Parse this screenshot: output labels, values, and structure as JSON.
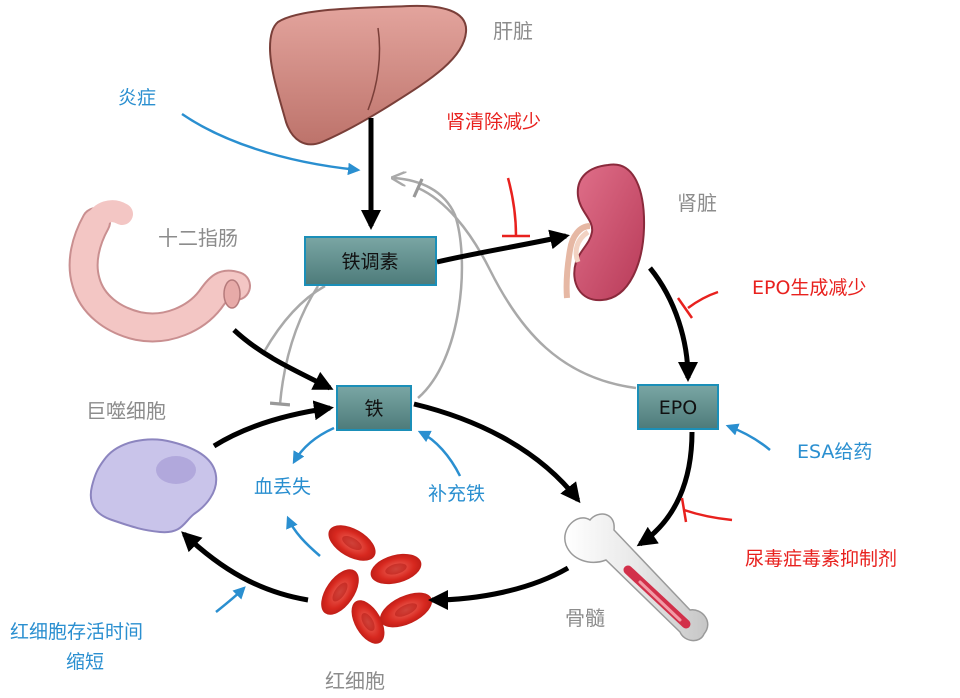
{
  "organs": {
    "liver": "肝脏",
    "kidney": "肾脏",
    "duodenum": "十二指肠",
    "macrophage": "巨噬细胞",
    "bone_marrow": "骨髓",
    "rbc": "红细胞"
  },
  "boxes": {
    "hepcidin": "铁调素",
    "iron": "铁",
    "epo": "EPO"
  },
  "inhibitors": {
    "renal_clearance": "肾清除减少",
    "epo_reduction": "EPO生成减少",
    "uremic_toxins": "尿毒症毒素抑制剂"
  },
  "promoters": {
    "inflammation": "炎症",
    "blood_loss": "血丢失",
    "iron_supplement": "补充铁",
    "esa": "ESA给药",
    "rbc_survival_line1": "红细胞存活时间",
    "rbc_survival_line2": "缩短"
  },
  "colors": {
    "red": "#e8211e",
    "blue": "#2a8fd0",
    "box_fill": "#5e8b8a",
    "box_border": "#1b8fb8",
    "gray_line": "#a9a9a9"
  }
}
